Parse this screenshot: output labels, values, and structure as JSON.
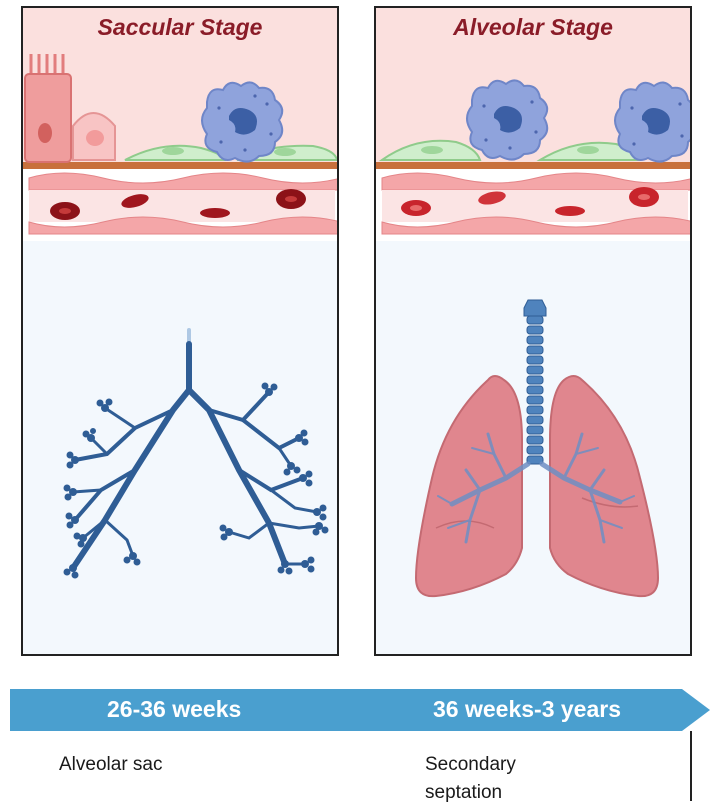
{
  "panels": [
    {
      "title": "Saccular Stage"
    },
    {
      "title": "Alveolar Stage"
    }
  ],
  "timeline": {
    "left_label": "26-36 weeks",
    "right_label": "36 weeks-3 years",
    "color": "#4a9fcf"
  },
  "captions": {
    "left": "Alveolar sac",
    "right": "Secondary septation"
  },
  "colors": {
    "airway": "#2f5d95",
    "lung": "#e0868e",
    "header_bg": "#fbe0de",
    "membrane": "#c8703c",
    "type1_cell": "#cfeecc",
    "macrophage": "#8fa3dc",
    "rbc": "#b3202a"
  },
  "icons": [
    "columnar-cell-icon",
    "cuboidal-cell-icon",
    "type-1-cell-icon",
    "macrophage-icon",
    "red-blood-cell-icon",
    "bronchial-tree-icon",
    "lungs-icon"
  ]
}
